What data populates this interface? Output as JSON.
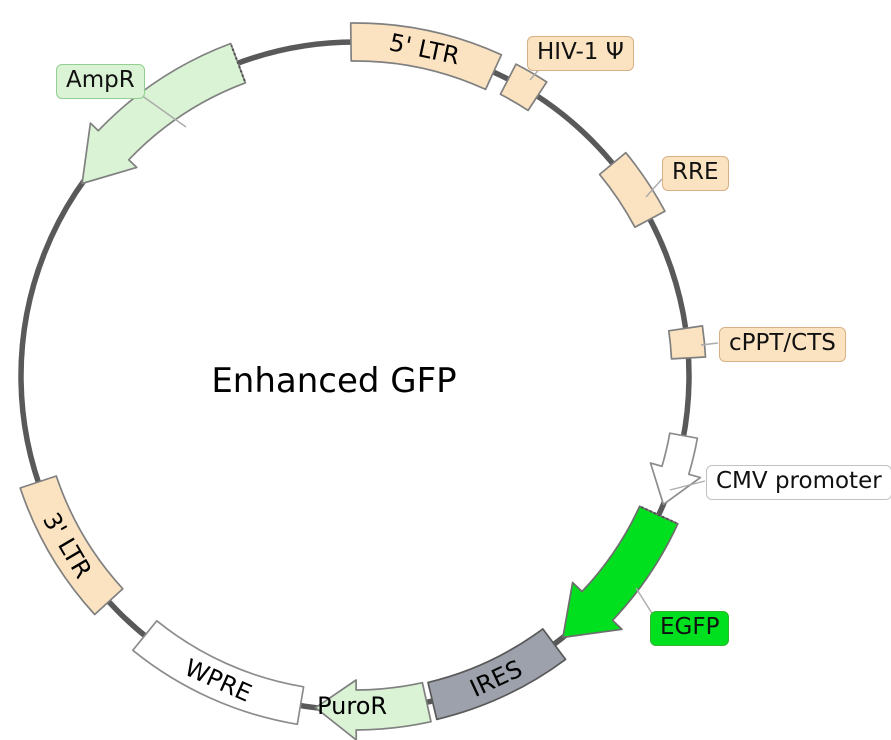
{
  "title": "Enhanced GFP",
  "backbone_color": "#595959",
  "leader_color": "#ababab",
  "features": {
    "five_ltr": {
      "label": "5' LTR",
      "fill": "#FBE3C1",
      "stroke": "#808080"
    },
    "hiv_psi": {
      "label": "HIV-1 Ψ",
      "fill": "#FBE3C1",
      "stroke": "#808080",
      "label_fill": "#FBE3C1",
      "label_border": "#D7B184"
    },
    "rre": {
      "label": "RRE",
      "fill": "#FBE3C1",
      "stroke": "#808080",
      "label_fill": "#FBE3C1",
      "label_border": "#D7B184"
    },
    "cppt": {
      "label": "cPPT/CTS",
      "fill": "#FBE3C1",
      "stroke": "#808080",
      "label_fill": "#FBE3C1",
      "label_border": "#D7B184"
    },
    "cmv": {
      "label": "CMV promoter",
      "fill": "#FFFFFF",
      "stroke": "#8C8C8C",
      "label_fill": "#FFFFFF",
      "label_border": "#C2C2C2"
    },
    "egfp": {
      "label": "EGFP",
      "fill": "#00E01E",
      "stroke": "#6E6E6E",
      "label_fill": "#00E01E",
      "label_border": "#2DB52D"
    },
    "ires": {
      "label": "IRES",
      "fill": "#9CA1AB",
      "stroke": "#595959"
    },
    "puror": {
      "label": "PuroR",
      "fill": "#D9F3D4",
      "stroke": "#808080"
    },
    "wpre": {
      "label": "WPRE",
      "fill": "#FFFFFF",
      "stroke": "#8C8C8C"
    },
    "three_ltr": {
      "label": "3' LTR",
      "fill": "#FBE3C1",
      "stroke": "#808080"
    },
    "ampr": {
      "label": "AmpR",
      "fill": "#D9F3D4",
      "stroke": "#808080",
      "label_fill": "#D9F3D4",
      "label_border": "#93CF93"
    }
  }
}
